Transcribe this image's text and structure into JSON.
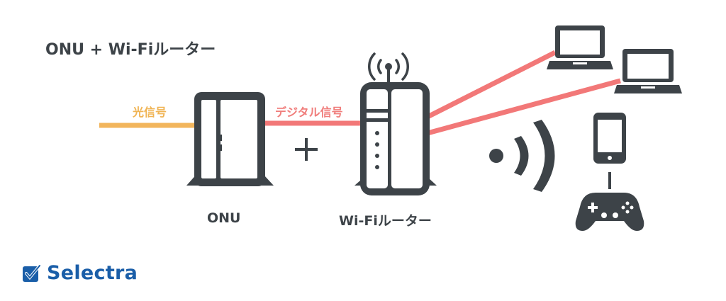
{
  "title": "ONU + Wi-Fiルーター",
  "labels": {
    "optical_signal": "光信号",
    "digital_signal": "デジタル信号",
    "onu": "ONU",
    "router": "Wi-Fiルーター",
    "plus": "+"
  },
  "brand": {
    "name": "Selectra",
    "icon": "checkbox-check-icon"
  },
  "colors": {
    "dark": "#3d4348",
    "optical_line": "#f2b55c",
    "digital_line": "#f27878",
    "brand": "#1a5ea8"
  },
  "devices": [
    "laptop-icon",
    "laptop-icon",
    "smartphone-icon",
    "gamepad-icon"
  ]
}
